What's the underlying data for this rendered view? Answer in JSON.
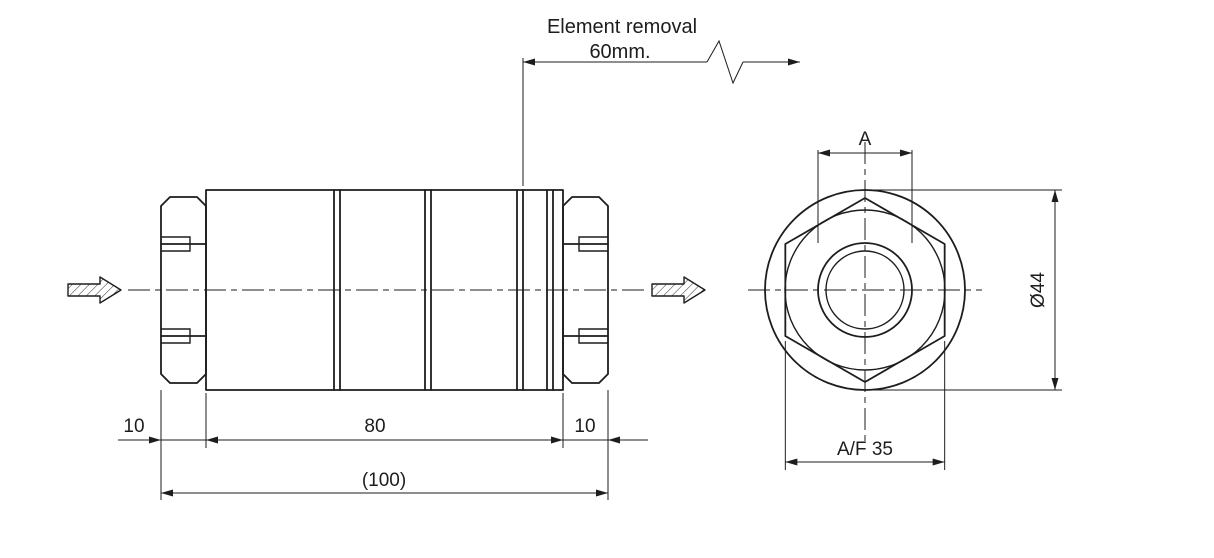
{
  "note": {
    "line1": "Element removal",
    "line2": "60mm."
  },
  "dimensions": {
    "nut_left": "10",
    "body": "80",
    "nut_right": "10",
    "overall": "(100)",
    "port": "A",
    "outer_diameter": "Ø44",
    "across_flats": "A/F 35"
  },
  "colors": {
    "line": "#1d1d1d",
    "background": "#ffffff"
  }
}
